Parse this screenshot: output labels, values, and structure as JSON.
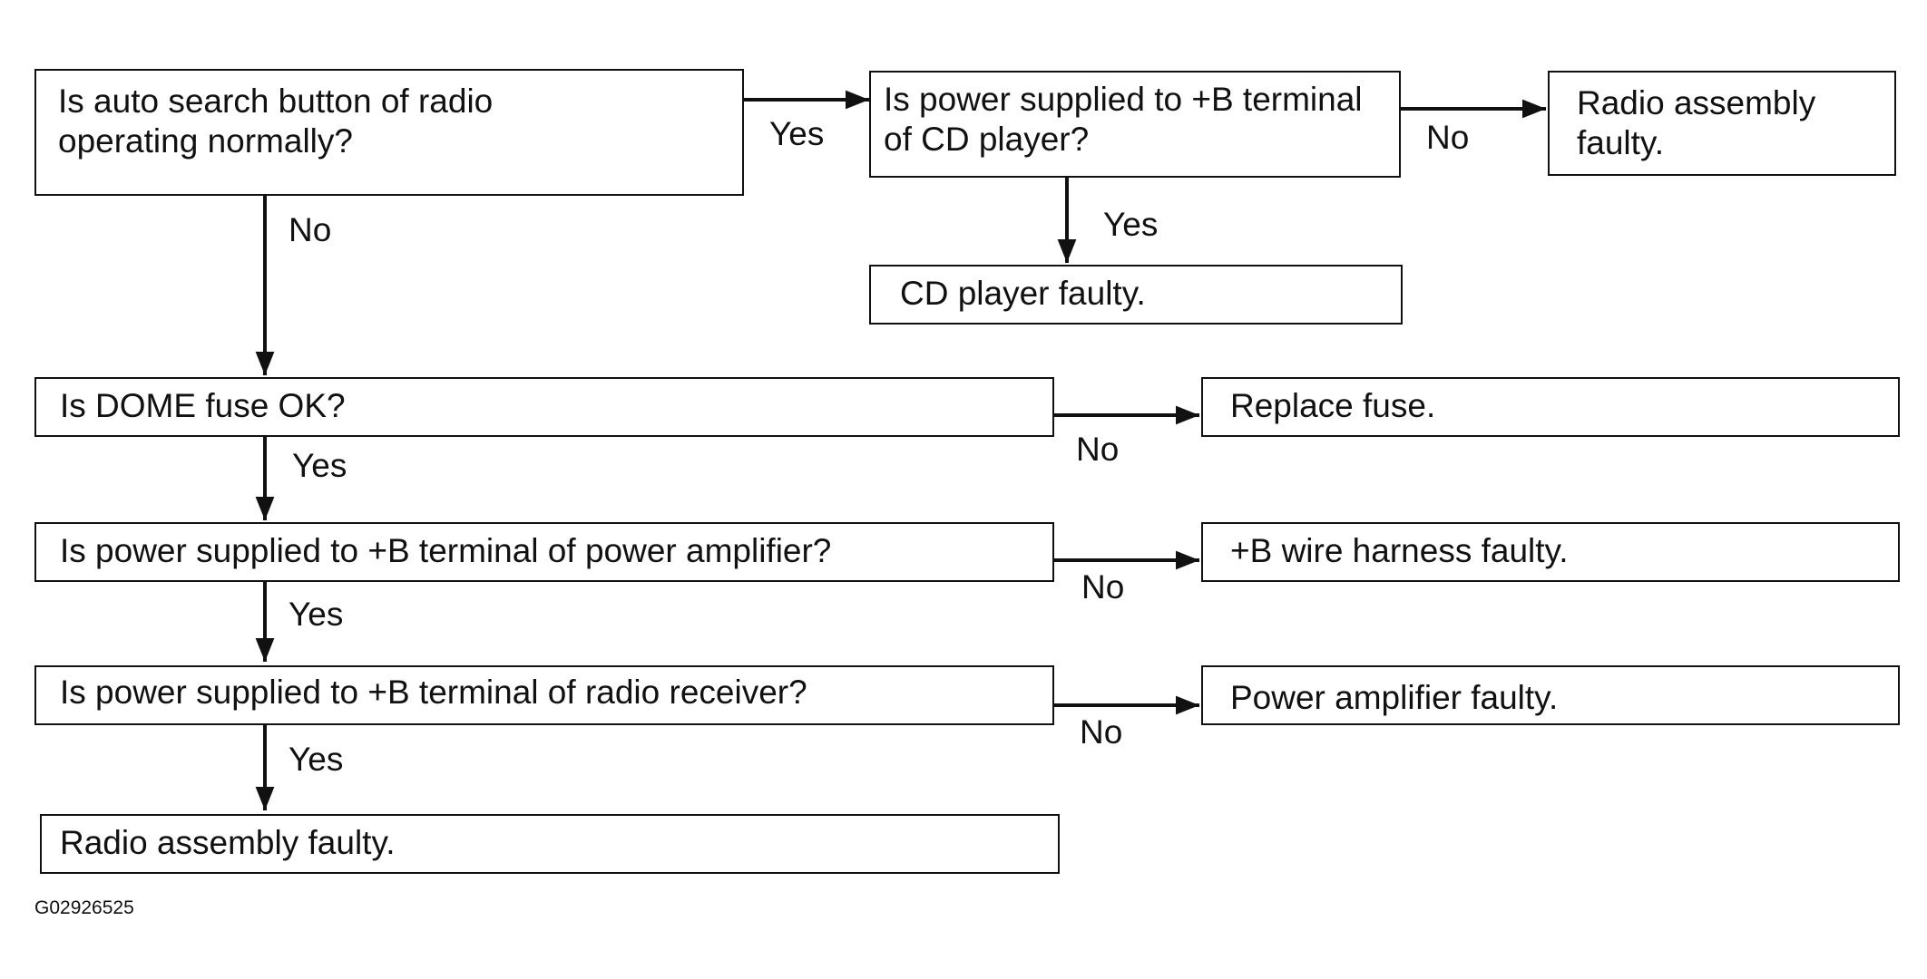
{
  "boxes": {
    "auto_search": "Is auto search button of radio\noperating normally?",
    "power_cd": "Is power supplied to +B terminal\nof CD player?",
    "radio_faulty_top": "Radio assembly\nfaulty.",
    "cd_faulty": "CD player faulty.",
    "dome_fuse": "Is DOME fuse OK?",
    "replace_fuse": "Replace fuse.",
    "power_amp": "Is power supplied to +B terminal of power amplifier?",
    "wire_faulty": "+B wire harness faulty.",
    "power_receiver": "Is power supplied to +B terminal of radio receiver?",
    "amp_faulty": "Power amplifier faulty.",
    "radio_faulty_bottom": "Radio assembly faulty."
  },
  "labels": {
    "yes_auto_search": "Yes",
    "no_power_cd": "No",
    "yes_power_cd": "Yes",
    "no_auto_search": "No",
    "no_dome_fuse": "No",
    "yes_dome_fuse": "Yes",
    "no_power_amp": "No",
    "yes_power_amp": "Yes",
    "no_power_receiver": "No",
    "yes_power_receiver": "Yes"
  },
  "figure_id": "G02926525"
}
